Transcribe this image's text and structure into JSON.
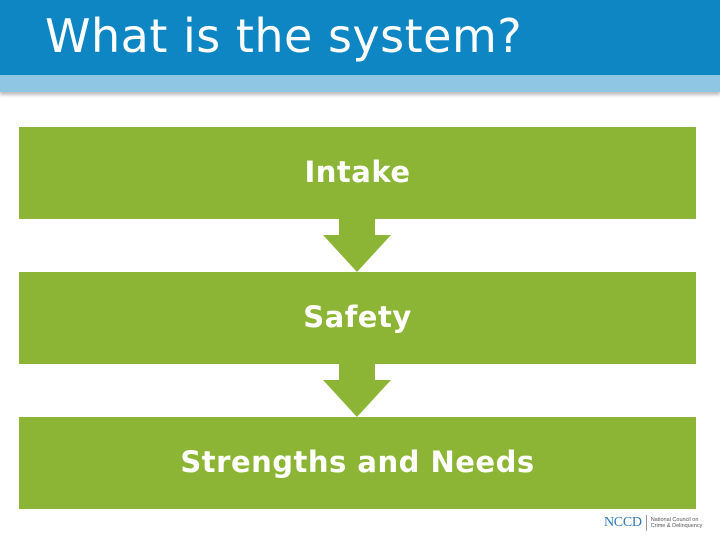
{
  "slide": {
    "title": "What is the system?"
  },
  "flow": {
    "steps": [
      {
        "label": "Intake"
      },
      {
        "label": "Safety"
      },
      {
        "label": "Strengths and Needs"
      }
    ]
  },
  "logo": {
    "mark": "NCCD",
    "name": "National Council on Crime & Delinquency"
  },
  "colors": {
    "title_bar": "#0e86c3",
    "title_stripe": "#8ec6e4",
    "box_fill": "#8db535",
    "text": "#ffffff"
  }
}
